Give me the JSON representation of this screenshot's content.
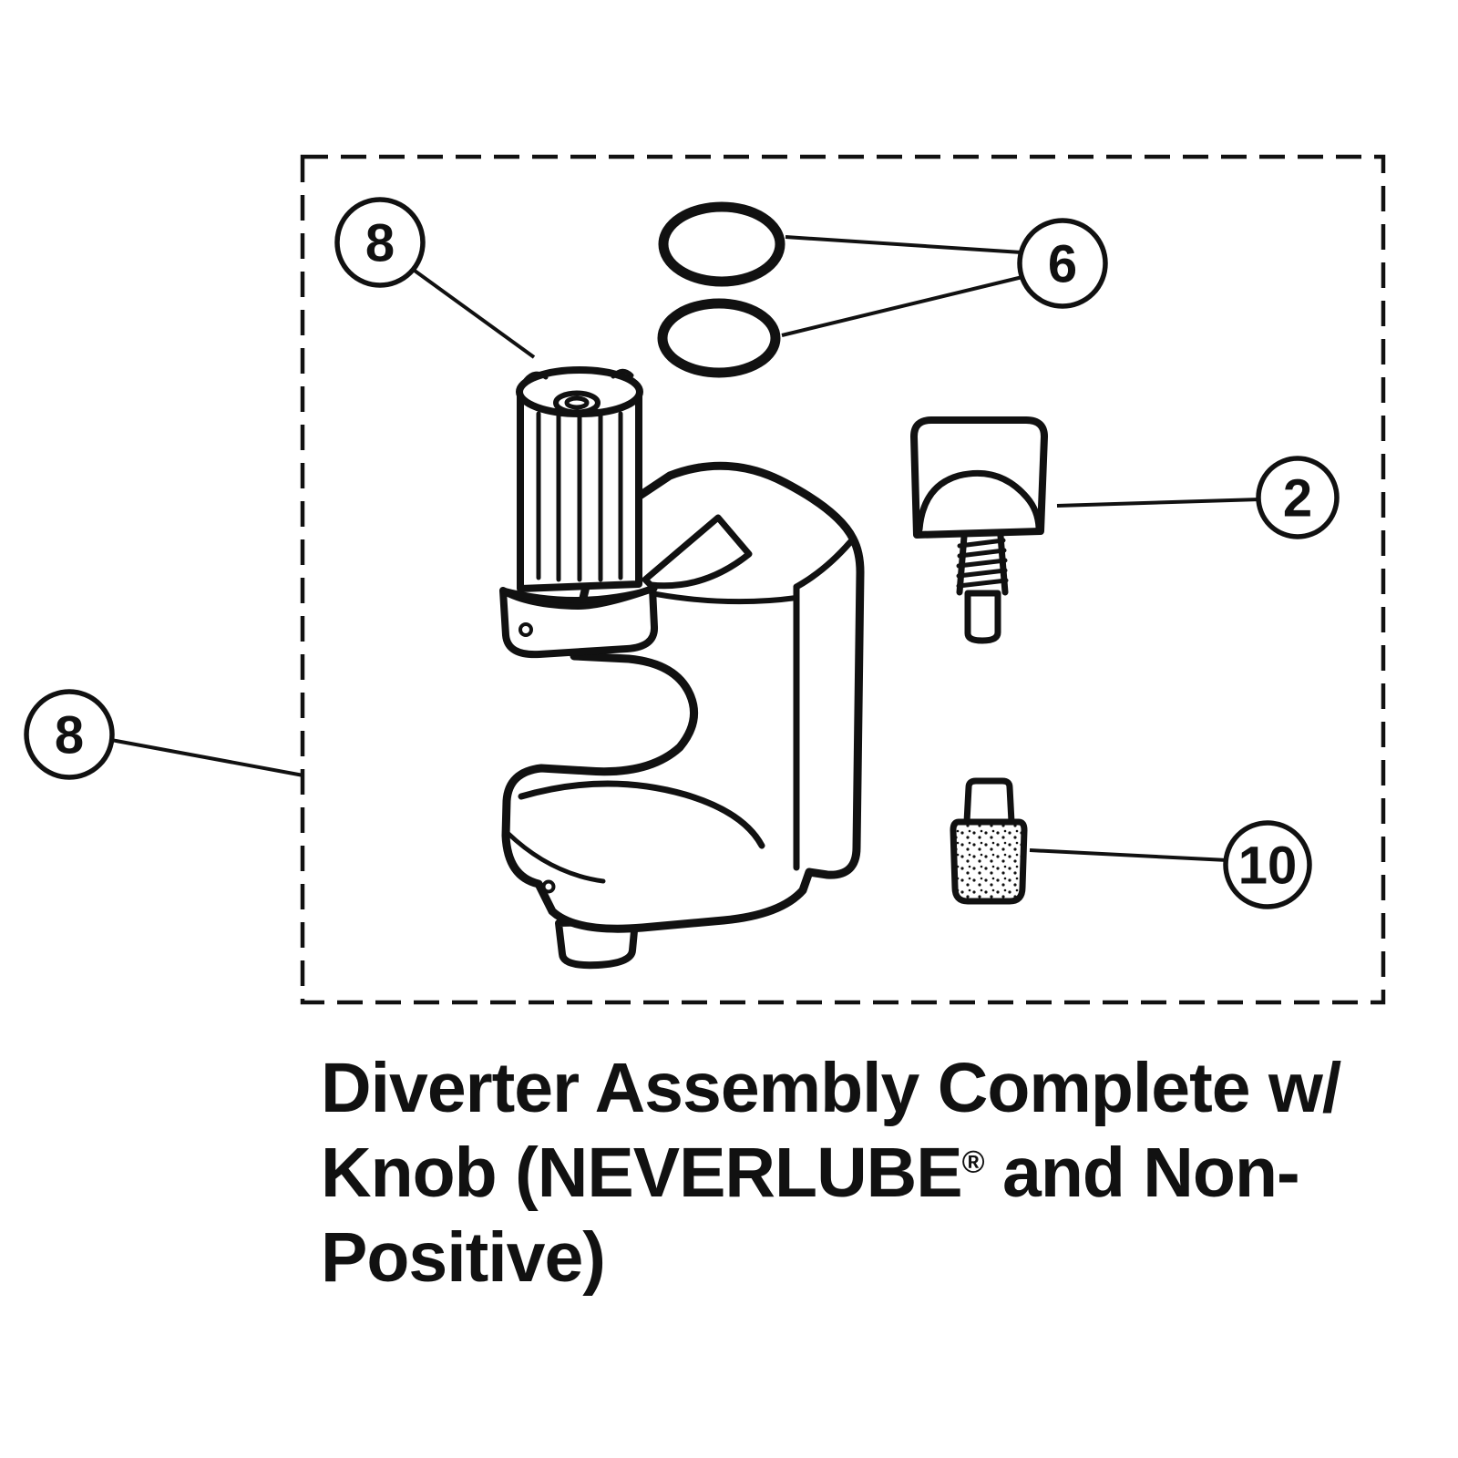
{
  "colors": {
    "ink": "#111111",
    "background": "#ffffff"
  },
  "callouts": {
    "stem": {
      "label": "8"
    },
    "orings": {
      "label": "6"
    },
    "knob": {
      "label": "2"
    },
    "plug": {
      "label": "10"
    },
    "assembly": {
      "label": "8"
    }
  },
  "parts": {
    "orings": "o-ring pair",
    "diverter": "diverter body with fluted stem",
    "knob": "knob with threaded stem",
    "plug": "textured plug"
  },
  "caption": {
    "line1": "Diverter Assembly Complete w/",
    "line2_before_sup": "Knob (NEVERLUBE",
    "line2_sup": "®",
    "line2_after_sup": " and Non-",
    "line3": "Positive)"
  }
}
